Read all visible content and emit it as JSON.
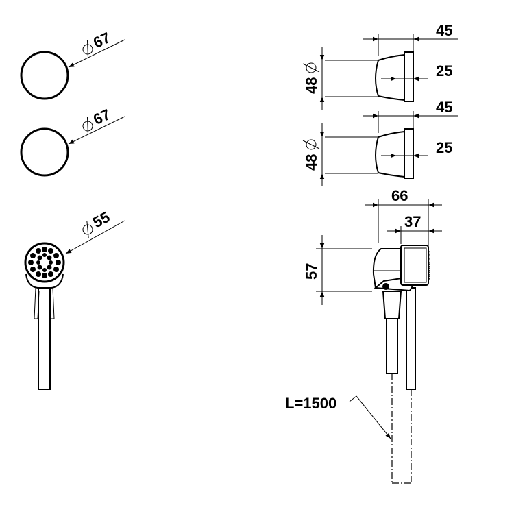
{
  "drawing": {
    "diameter_symbol": "⌀",
    "left": {
      "ring1_diameter": "67",
      "ring2_diameter": "67",
      "handshower_diameter": "55"
    },
    "right": {
      "flange1": {
        "diameter": "48",
        "depth": "45",
        "inner_depth": "25"
      },
      "flange2": {
        "diameter": "48",
        "depth": "45",
        "inner_depth": "25"
      },
      "holder": {
        "total_depth": "66",
        "head_depth": "37",
        "height": "57"
      },
      "hose_length": "L=1500"
    }
  }
}
